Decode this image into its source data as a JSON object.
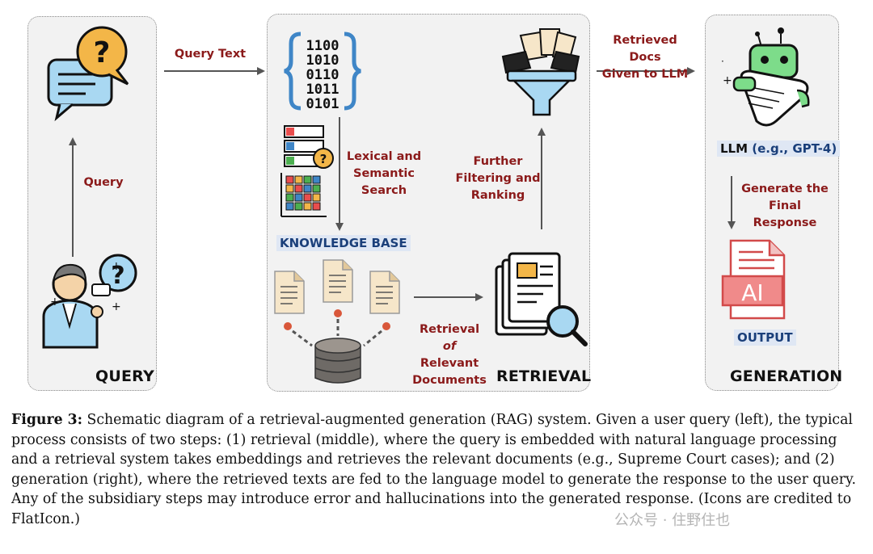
{
  "panels": {
    "query": "QUERY",
    "retrieval": "RETRIEVAL",
    "generation": "GENERATION"
  },
  "edge_labels": {
    "query_text": "Query Text",
    "query": "Query",
    "lexical": "Lexical and\nSemantic\nSearch",
    "filtering": "Further\nFiltering and\nRanking",
    "retrieved_docs": "Retrieved Docs\nGiven to LLM",
    "generate": "Generate the\nFinal Response",
    "retrieval_of_prefix": "Retrieval ",
    "retrieval_of_italic": "of",
    "retrieval_of_rest": "Relevant\nDocuments"
  },
  "node_labels": {
    "knowledge_base": "KNOWLEDGE BASE",
    "llm_main": "LLM ",
    "llm_paren": "(e.g., GPT-4)",
    "output": "OUTPUT",
    "ai": "AI"
  },
  "icons": {
    "question_mark": "?",
    "binary_lines": [
      "1100",
      "1010",
      "0110",
      "1011",
      "0101"
    ]
  },
  "caption": {
    "figure_label": "Figure 3:",
    "text": " Schematic diagram of a retrieval-augmented generation (RAG) system. Given a user query (left), the typical process consists of two steps: (1) retrieval (middle), where the query is embedded with natural language processing and a retrieval system takes embeddings and retrieves the relevant documents (e.g., Supreme Court cases); and (2) generation (right), where the retrieved texts are fed to the language model to generate the response to the user query. Any of the subsidiary steps may introduce error and hallucinations into the generated response. (Icons are credited to FlatIcon.)"
  },
  "watermark": "公众号 · 住野住也",
  "colors": {
    "label_red": "#8b1a1a",
    "label_blue": "#1a3f7a",
    "panel_bg": "#f2f2f2",
    "arrow": "#555555"
  }
}
